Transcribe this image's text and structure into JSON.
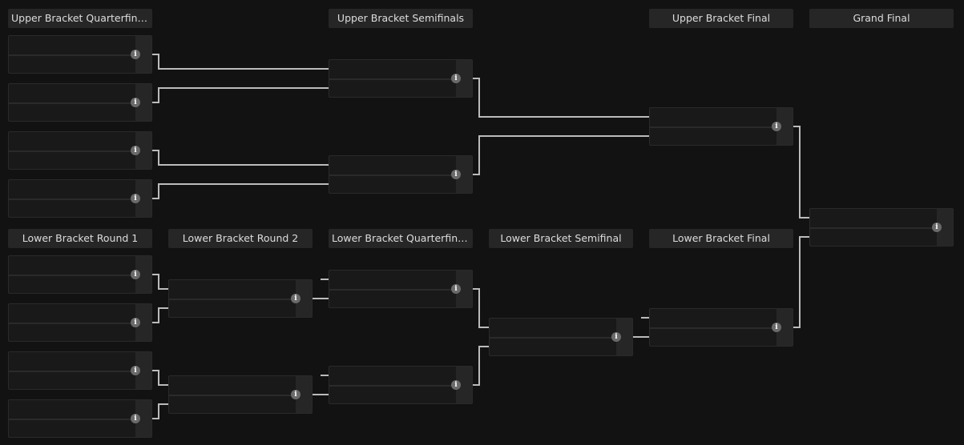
{
  "headers": {
    "ubqf": "Upper Bracket Quarterfinals",
    "ubsf": "Upper Bracket Semifinals",
    "ubf": "Upper Bracket Final",
    "gf": "Grand Final",
    "lbr1": "Lower Bracket Round 1",
    "lbr2": "Lower Bracket Round 2",
    "lbqf": "Lower Bracket Quarterfinals",
    "lbsf": "Lower Bracket Semifinal",
    "lbf": "Lower Bracket Final"
  },
  "info_icon": "i",
  "colors": {
    "connector": "#bbbbbb",
    "background": "#121212"
  }
}
